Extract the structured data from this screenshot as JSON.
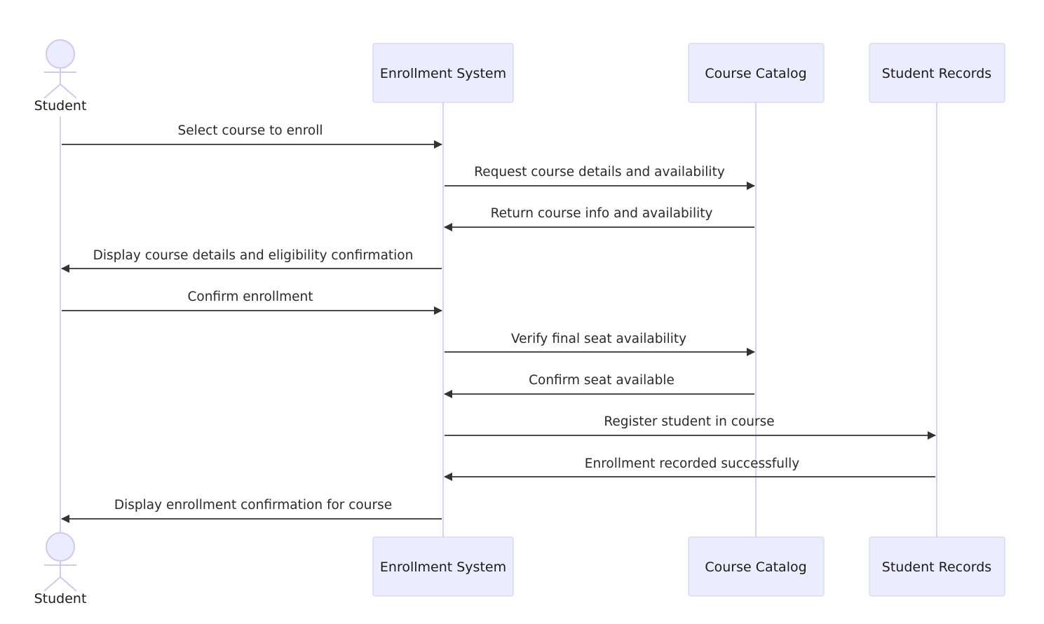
{
  "participants": {
    "student": {
      "label": "Student",
      "kind": "actor"
    },
    "enrollment": {
      "label": "Enrollment System",
      "kind": "box"
    },
    "catalog": {
      "label": "Course Catalog",
      "kind": "box"
    },
    "records": {
      "label": "Student Records",
      "kind": "box"
    }
  },
  "messages": [
    {
      "from": "student",
      "to": "enrollment",
      "text": "Select course to enroll"
    },
    {
      "from": "enrollment",
      "to": "catalog",
      "text": "Request course details and availability"
    },
    {
      "from": "catalog",
      "to": "enrollment",
      "text": "Return course info and availability"
    },
    {
      "from": "enrollment",
      "to": "student",
      "text": "Display course details and eligibility confirmation"
    },
    {
      "from": "student",
      "to": "enrollment",
      "text": "Confirm enrollment"
    },
    {
      "from": "enrollment",
      "to": "catalog",
      "text": "Verify final seat availability"
    },
    {
      "from": "catalog",
      "to": "enrollment",
      "text": "Confirm seat available"
    },
    {
      "from": "enrollment",
      "to": "records",
      "text": "Register student in course"
    },
    {
      "from": "records",
      "to": "enrollment",
      "text": "Enrollment recorded successfully"
    },
    {
      "from": "enrollment",
      "to": "student",
      "text": "Display enrollment confirmation for course"
    }
  ],
  "colors": {
    "box_fill": "#ececff",
    "box_stroke": "#d6d2f0",
    "lifeline": "#d7d2f0",
    "arrow": "#333333"
  }
}
